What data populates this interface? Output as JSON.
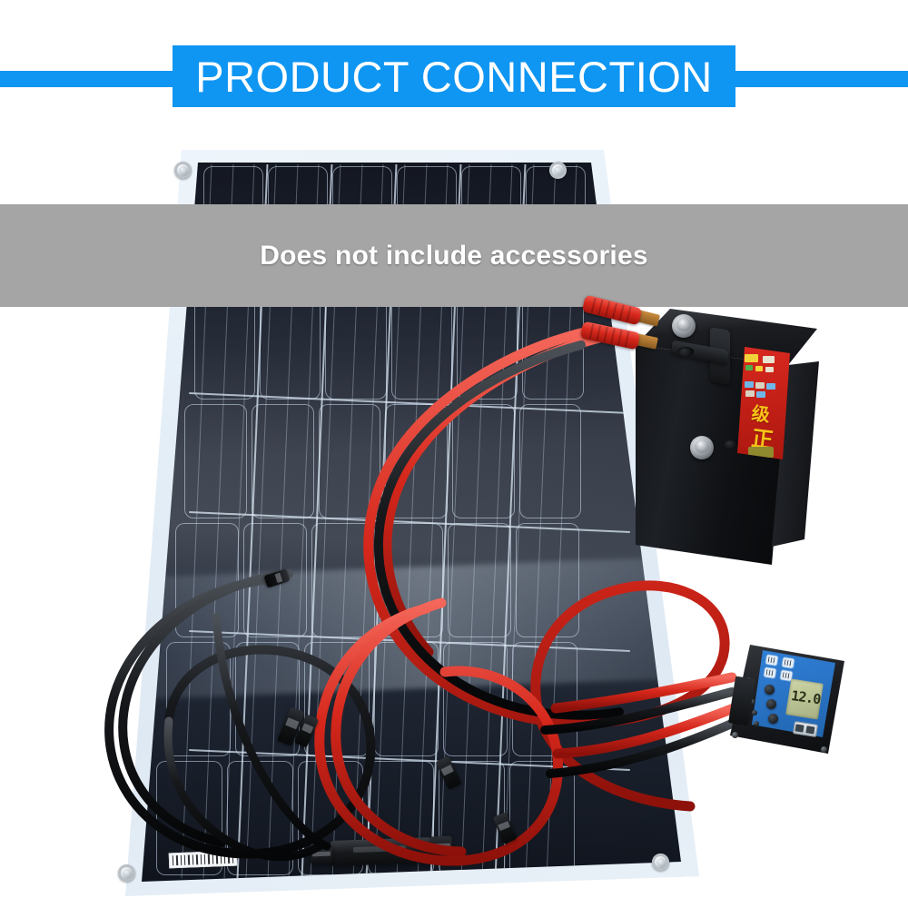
{
  "header": {
    "title": "PRODUCT CONNECTION",
    "accent_color": "#0f96f2",
    "title_color": "#ffffff"
  },
  "overlay_band": {
    "text": "Does not include accessories",
    "band_color": "#a5a5a5",
    "text_color": "#ffffff"
  },
  "scene": {
    "description": "Solar panel connection diagram photo",
    "background_color": "#ffffff",
    "components": [
      {
        "name": "solar-panel",
        "label": "Flexible monocrystalline solar panel"
      },
      {
        "name": "battery",
        "label": "12V lead-acid battery"
      },
      {
        "name": "charge-controller",
        "label": "Solar charge controller"
      },
      {
        "name": "red-cable",
        "label": "Red positive cable",
        "color": "#d6271b"
      },
      {
        "name": "black-cable",
        "label": "Black negative cable",
        "color": "#141414"
      },
      {
        "name": "alligator-clips",
        "label": "Red alligator battery clips"
      },
      {
        "name": "mc4-connectors",
        "label": "MC4 solar connectors"
      },
      {
        "name": "junction-box",
        "label": "Panel junction box"
      }
    ]
  },
  "charge_controller": {
    "display_value": "12.0",
    "faceplate_color": "#2b76c9",
    "lcd_color": "#b9c293",
    "button_count": 3,
    "led_count": 5,
    "usb_ports": 2,
    "icon_count": 4
  },
  "battery": {
    "label_color": "#c21f16",
    "label_text_color": "#f5c518",
    "label_primary": "正",
    "label_secondary": "级",
    "terminal_count": 2
  },
  "panel": {
    "frame_color": "#f5fafd",
    "cell_color": "#151a26",
    "grommet_count": 4,
    "barcode_present": true
  }
}
